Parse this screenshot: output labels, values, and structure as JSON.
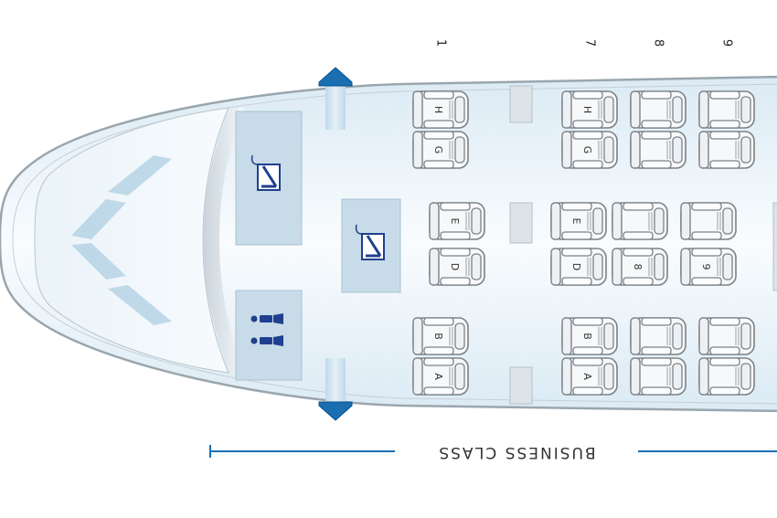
{
  "chart_data": {
    "rows": [
      {
        "label": "1"
      },
      {
        "label": "7"
      },
      {
        "label": "8"
      },
      {
        "label": "9"
      }
    ],
    "seats": [
      {
        "id": "1H",
        "letter": "H"
      },
      {
        "id": "1G",
        "letter": "G"
      },
      {
        "id": "1E",
        "letter": "E"
      },
      {
        "id": "1D",
        "letter": "D"
      },
      {
        "id": "1B",
        "letter": "B"
      },
      {
        "id": "1A",
        "letter": "A"
      },
      {
        "id": "7H",
        "letter": "H"
      },
      {
        "id": "7G",
        "letter": "G"
      },
      {
        "id": "7E",
        "letter": "E"
      },
      {
        "id": "7D",
        "letter": "D"
      },
      {
        "id": "7B",
        "letter": "B"
      },
      {
        "id": "7A",
        "letter": "A"
      },
      {
        "id": "8H",
        "letter": ""
      },
      {
        "id": "8G",
        "letter": ""
      },
      {
        "id": "8E",
        "letter": ""
      },
      {
        "id": "8D",
        "letter": "8"
      },
      {
        "id": "8B",
        "letter": ""
      },
      {
        "id": "8A",
        "letter": ""
      },
      {
        "id": "9H",
        "letter": ""
      },
      {
        "id": "9G",
        "letter": ""
      },
      {
        "id": "9E",
        "letter": ""
      },
      {
        "id": "9D",
        "letter": "9"
      },
      {
        "id": "9B",
        "letter": ""
      },
      {
        "id": "9A",
        "letter": ""
      }
    ],
    "cabin_label": "BUSINESS CLASS",
    "galley_icon": "galley-cup-icon",
    "lavatory_icon": "lavatory-icon",
    "exit_icon": "exit-arrow-icon"
  },
  "colors": {
    "fuselage_fill": "#eef6fb",
    "fuselage_stroke": "#9aa6ae",
    "galley_fill": "#c7dbe8",
    "icon_blue": "#1f3f8f",
    "exit_blue": "#1a6fb3",
    "class_line": "#1a6fb3",
    "seat_fill": "#f6f8f9",
    "seat_stroke": "#7b8288"
  }
}
